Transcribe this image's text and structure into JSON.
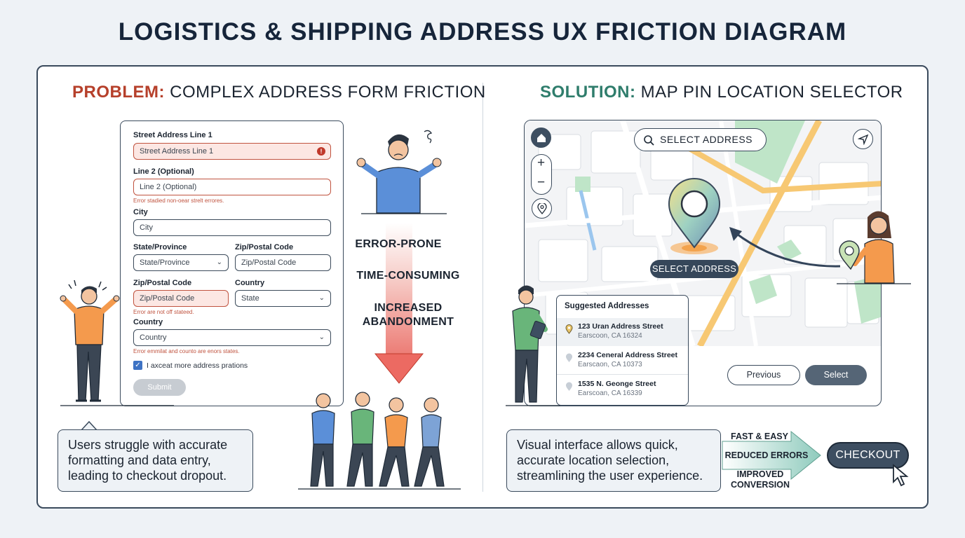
{
  "title": "LOGISTICS & SHIPPING ADDRESS UX FRICTION DIAGRAM",
  "problem": {
    "tag": "PROBLEM:",
    "heading": "COMPLEX ADDRESS FORM FRICTION",
    "form": {
      "street_label": "Street Address Line 1",
      "street_value": "Street Address Line 1",
      "line2_label": "Line 2 (Optional)",
      "line2_value": "Line 2 (Optional)",
      "line2_error": "Error stadied non-oear strelt errores.",
      "city_label": "City",
      "city_value": "City",
      "state_label": "State/Province",
      "state_value": "State/Province",
      "zip_label": "Zip/Postal Code",
      "zip_value": "Zip/Postal Code",
      "zip2_label": "Zip/Postal Code",
      "zip2_value": "Zip/Postal Code",
      "zip2_error": "Error are not off stateed.",
      "country_label": "Country",
      "country_value": "State",
      "country2_label": "Country",
      "country2_value": "Country",
      "country2_error": "Error emmilat and counto are enors states.",
      "checkbox_label": "I axceat more address prations",
      "submit_label": "Submit"
    },
    "friction": [
      "ERROR-PRONE",
      "TIME-CONSUMING",
      "INCREASED ABANDONMENT"
    ],
    "callout": [
      "Users struggle with accurate",
      "formatting and data entry,",
      "leading to checkout dropout."
    ]
  },
  "solution": {
    "tag": "SOLUTION:",
    "heading": "MAP PIN LOCATION SELECTOR",
    "map": {
      "search_label": "SELECT ADDRESS",
      "pin_label": "SELECT ADDRESS",
      "zoom_in": "+",
      "zoom_out": "−"
    },
    "suggestions": {
      "title": "Suggested Addresses",
      "items": [
        {
          "line1": "123 Uran Address Street",
          "line2": "Earscoon, CA 16324"
        },
        {
          "line1": "2234 Ceneral Address Street",
          "line2": "Earscaon, CA 10373"
        },
        {
          "line1": "1535 N. Geonge Street",
          "line2": "Earscoan, CA 16339"
        }
      ]
    },
    "previous_label": "Previous",
    "select_label": "Select",
    "callout": [
      "Visual interface allows quick,",
      "accurate location selection,",
      "streamlining the user experience."
    ],
    "benefits": [
      "FAST & EASY",
      "REDUCED ERRORS",
      "IMPROVED CONVERSION"
    ],
    "checkout_label": "CHECKOUT"
  },
  "colors": {
    "problem_accent": "#b6402b",
    "solution_accent": "#2f7d6c",
    "error": "#c0533f",
    "road": "#f7c873",
    "park": "#bfe5c8",
    "dark_button": "#3d4e61"
  }
}
